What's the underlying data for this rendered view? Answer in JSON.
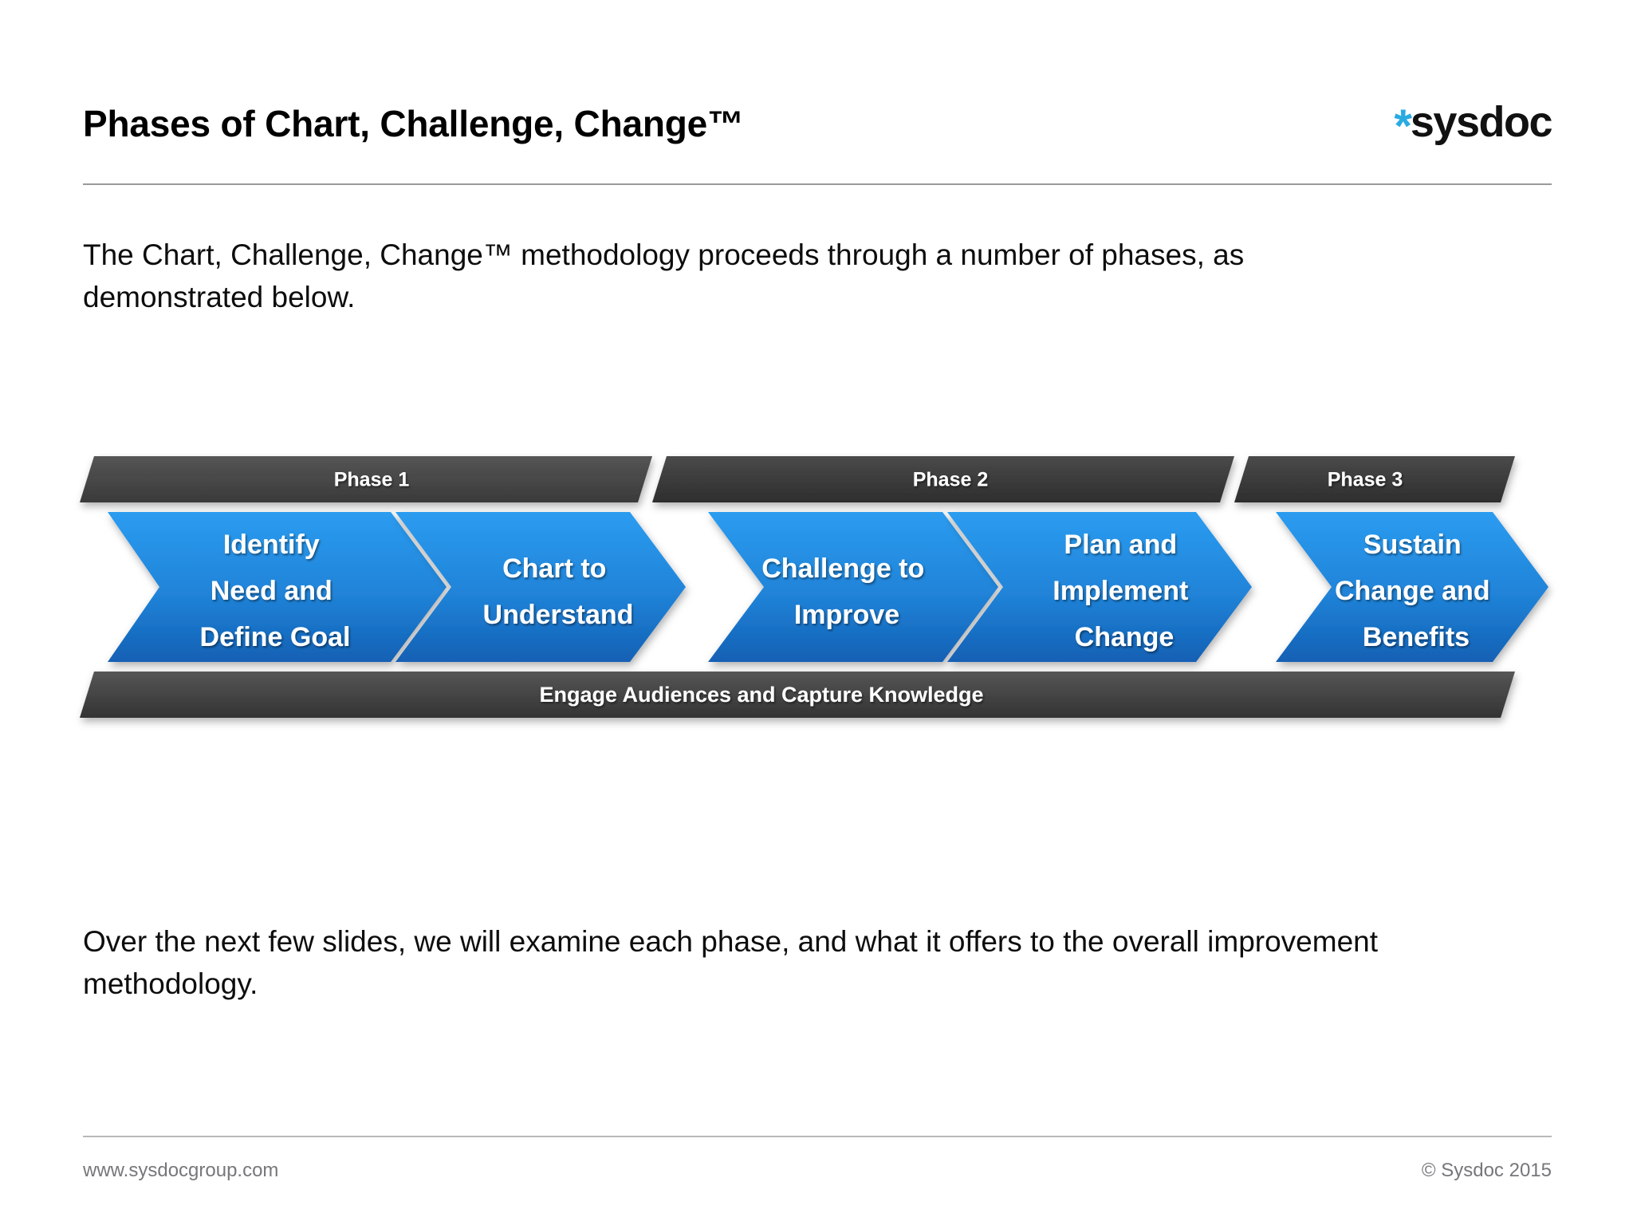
{
  "header": {
    "title": "Phases of Chart, Challenge, Change™",
    "logo": {
      "asterisk": "*",
      "wordmark": "sysdoc",
      "asterisk_color": "#29ABE2",
      "wordmark_color": "#111111"
    }
  },
  "body": {
    "intro_paragraph": "The Chart, Challenge, Change™ methodology proceeds through a number of phases, as demonstrated below.",
    "outro_paragraph": "Over the next few slides, we will examine each phase, and what it offers to the overall improvement methodology."
  },
  "diagram": {
    "type": "process-chevron-flow",
    "phase_bands": [
      {
        "label": "Phase 1",
        "spans_steps": 2
      },
      {
        "label": "Phase 2",
        "spans_steps": 2
      },
      {
        "label": "Phase 3",
        "spans_steps": 1
      }
    ],
    "steps": [
      {
        "lines": [
          "Identify",
          "Need and",
          "Define Goal"
        ],
        "phase": "Phase 1"
      },
      {
        "lines": [
          "Chart to",
          "Understand"
        ],
        "phase": "Phase 1"
      },
      {
        "lines": [
          "Challenge to",
          "Improve"
        ],
        "phase": "Phase 2"
      },
      {
        "lines": [
          "Plan and",
          "Implement",
          "Change"
        ],
        "phase": "Phase 2"
      },
      {
        "lines": [
          "Sustain",
          "Change and",
          "Benefits"
        ],
        "phase": "Phase 3"
      }
    ],
    "footer_band": {
      "label": "Engage Audiences and Capture Knowledge"
    },
    "colors": {
      "band_dark": "#4d4d4d",
      "band_dark_2": "#333333",
      "chevron_top": "#2b9cf0",
      "chevron_bottom": "#1565c0",
      "chevron_text": "#ffffff"
    }
  },
  "footer": {
    "website": "www.sysdocgroup.com",
    "copyright": "© Sysdoc 2015"
  }
}
